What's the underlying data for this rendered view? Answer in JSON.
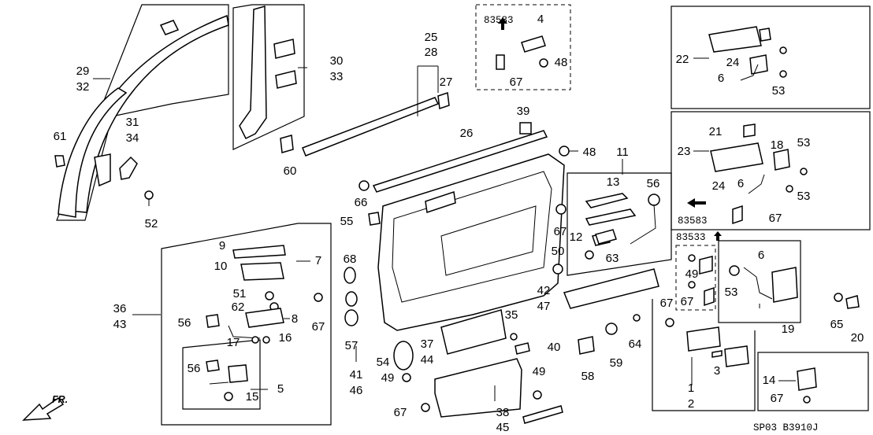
{
  "labels": {
    "l1": "1",
    "l2": "2",
    "l3": "3",
    "l4": "4",
    "l5": "5",
    "l6a": "6",
    "l6b": "6",
    "l6c": "6",
    "l7": "7",
    "l8": "8",
    "l9": "9",
    "l10": "10",
    "l11": "11",
    "l12": "12",
    "l13": "13",
    "l14": "14",
    "l15": "15",
    "l16": "16",
    "l17": "17",
    "l18": "18",
    "l19": "19",
    "l20": "20",
    "l21": "21",
    "l22": "22",
    "l23": "23",
    "l24a": "24",
    "l24b": "24",
    "l25": "25",
    "l26": "26",
    "l27": "27",
    "l28": "28",
    "l29": "29",
    "l30": "30",
    "l31": "31",
    "l32": "32",
    "l33": "33",
    "l34": "34",
    "l35": "35",
    "l36": "36",
    "l37": "37",
    "l38": "38",
    "l39": "39",
    "l40": "40",
    "l41": "41",
    "l42": "42",
    "l43": "43",
    "l44": "44",
    "l45": "45",
    "l46": "46",
    "l47": "47",
    "l48a": "48",
    "l48b": "48",
    "l49a": "49",
    "l49b": "49",
    "l49c": "49",
    "l50": "50",
    "l51": "51",
    "l52": "52",
    "l53a": "53",
    "l53b": "53",
    "l53c": "53",
    "l53d": "53",
    "l54": "54",
    "l55": "55",
    "l56a": "56",
    "l56b": "56",
    "l56c": "56",
    "l57": "57",
    "l58": "58",
    "l59": "59",
    "l60": "60",
    "l61": "61",
    "l62": "62",
    "l63": "63",
    "l64": "64",
    "l65": "65",
    "l66": "66",
    "l67a": "67",
    "l67b": "67",
    "l67c": "67",
    "l67d": "67",
    "l67e": "67",
    "l67f": "67",
    "l67g": "67",
    "l67h": "67",
    "l68": "68"
  },
  "refs": {
    "r83583a": "83583",
    "r83583b": "83583",
    "r83533": "83533"
  },
  "direction_label": "FR.",
  "diagram_code": "SP03  B3910J",
  "colors": {
    "ink": "#000000",
    "paper": "#ffffff"
  }
}
